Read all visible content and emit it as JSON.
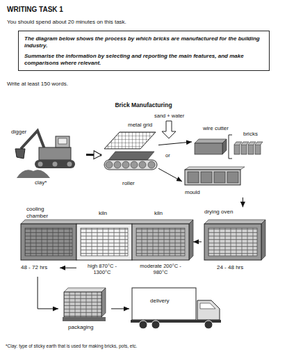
{
  "diagram": {
    "title": "Brick Manufacturing",
    "nodes": [
      {
        "text": [
          "The diagram below shows the process by which bricks are manufactured for the building industry.",
          "Summarise the information by selecting and reporting the main features, and make comparisons where relevant."
        ]
      },
      {
        "text": [
          "digger",
          "clay*"
        ]
      },
      {
        "text": [
          "metal grid",
          "roller"
        ]
      },
      {
        "text": [
          "wire cutter",
          "bricks"
        ]
      },
      {
        "text": [
          "mould"
        ]
      },
      {
        "text": [
          "drying oven",
          "24 - 48 hrs"
        ]
      },
      {
        "text": [
          "kiln",
          "moderate 200°C - 980°C"
        ]
      },
      {
        "text": [
          "kiln",
          "high 870°C - 1300°C"
        ]
      },
      {
        "text": [
          "cooling chamber",
          "48 - 72 hrs"
        ]
      },
      {
        "text": [
          "packaging"
        ]
      },
      {
        "text": [
          "delivery"
        ]
      }
    ],
    "edges": [
      {
        "from": 1,
        "to": 2,
        "arrow": "to"
      },
      {
        "from": 2,
        "to": 3,
        "arrow": "to"
      },
      {
        "from": 2,
        "to": 4,
        "arrow": "to"
      },
      {
        "from": 4,
        "to": 5,
        "arrow": "to"
      },
      {
        "from": 5,
        "to": 6,
        "arrow": "to"
      },
      {
        "from": 7,
        "to": 8,
        "arrow": "to"
      },
      {
        "from": 8,
        "to": 9,
        "arrow": "to"
      },
      {
        "from": 9,
        "to": 10,
        "arrow": "to"
      }
    ],
    "labels": [
      "WRITING TASK 1",
      "You should spend about 20 minutes on this task.",
      "Write at least 150 words.",
      "sand + water",
      "or",
      "*Clay: type of sticky earth that is used for making bricks, pots, etc."
    ]
  }
}
